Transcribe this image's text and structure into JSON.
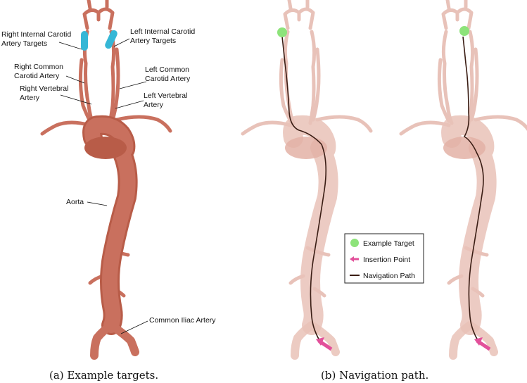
{
  "panel_a": {
    "caption": "(a) Example targets.",
    "labels": {
      "right_ica": [
        "Right Internal Carotid",
        "Artery Targets"
      ],
      "left_ica": [
        "Left Internal Carotid",
        "Artery Targets"
      ],
      "right_cca": [
        "Right Common",
        "Carotid Artery"
      ],
      "left_cca": [
        "Left Common",
        "Carotid Artery"
      ],
      "right_vert": [
        "Right Vertebral",
        "Artery"
      ],
      "left_vert": [
        "Left Vertebral",
        "Artery"
      ],
      "aorta": "Aorta",
      "iliac": "Common Iliac Artery"
    }
  },
  "panel_b": {
    "caption": "(b) Navigation path.",
    "legend": {
      "target": "Example Target",
      "insertion": "Insertion Point",
      "path": "Navigation Path"
    }
  },
  "colors": {
    "vessel": "#c9705e",
    "vessel_dark": "#a9523f",
    "vessel_translucent": "#e9c2b8",
    "target_cyan": "#35b7d6",
    "target_green": "#8de37a",
    "insertion_pink": "#e2509a",
    "path": "#3a1d14"
  }
}
